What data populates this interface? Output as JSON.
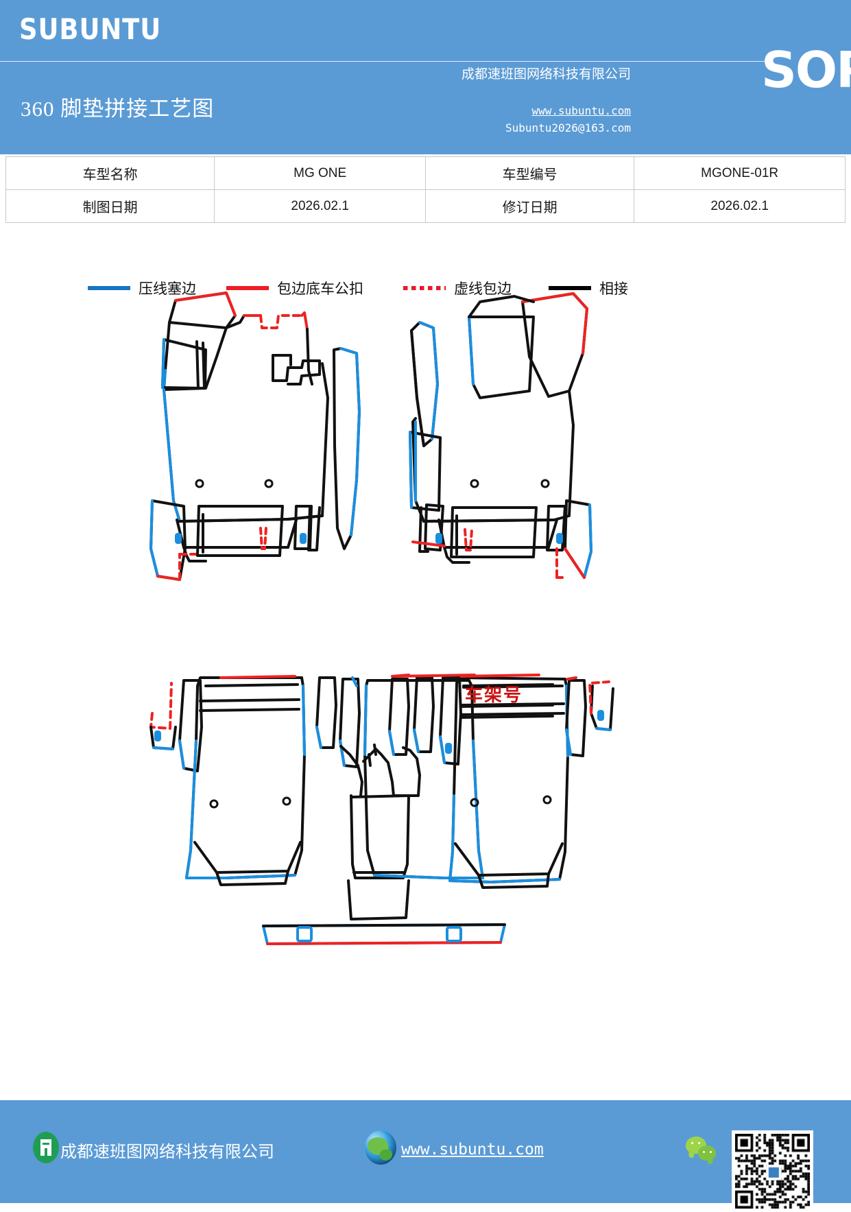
{
  "header": {
    "brand": "SUBUNTU",
    "doc_title": "360 脚垫拼接工艺图",
    "company": "成都速班图网络科技有限公司",
    "website": "www.subuntu.com",
    "email": "Subuntu2026@163.com",
    "sop_badge": "SOP",
    "bg_color": "#5b9bd5"
  },
  "info_table": {
    "rows": [
      {
        "label1": "车型名称",
        "value1": "MG ONE",
        "label2": "车型编号",
        "value2": "MGONE-01R"
      },
      {
        "label1": "制图日期",
        "value1": "2026.02.1",
        "label2": "修订日期",
        "value2": "2026.02.1"
      }
    ]
  },
  "legend": {
    "items": [
      {
        "label": "压线塞边",
        "color": "#1874c4",
        "style": "solid"
      },
      {
        "label": "包边底车公扣",
        "color": "#ef1c23",
        "style": "solid"
      },
      {
        "label": "虚线包边",
        "color": "#e8192c",
        "style": "dashed"
      },
      {
        "label": "相接",
        "color": "#000000",
        "style": "solid"
      }
    ]
  },
  "drawing": {
    "annotation_vin": "车架号",
    "colors": {
      "seam_blue": "#1a8fe0",
      "edge_red": "#ee2222",
      "join_black": "#111111"
    }
  },
  "footer": {
    "company": "成都速班图网络科技有限公司",
    "website": "www.subuntu.com",
    "bg_color": "#5b9bd5"
  }
}
